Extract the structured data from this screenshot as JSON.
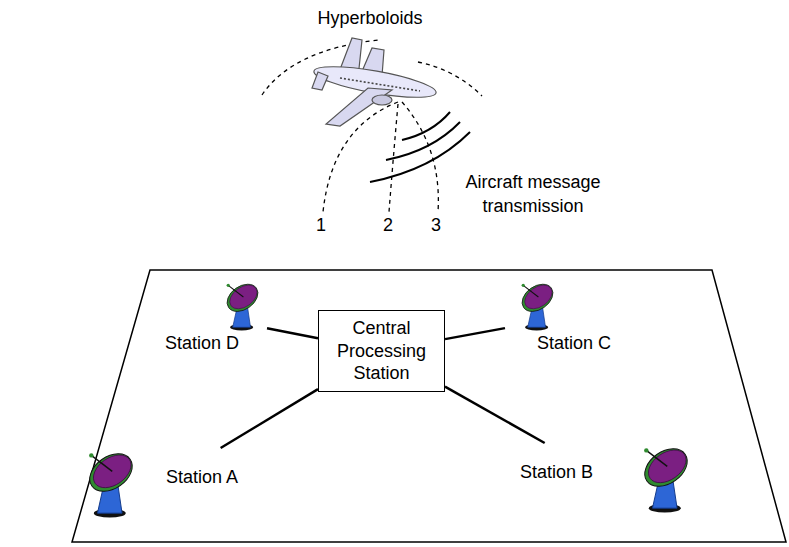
{
  "diagram": {
    "nodes": [
      {
        "text": [
          "Station D"
        ]
      },
      {
        "text": [
          "Central Processing Station"
        ]
      },
      {
        "text": [
          "Station C"
        ]
      },
      {
        "text": [
          "Station A"
        ]
      },
      {
        "text": [
          "Station B"
        ]
      }
    ],
    "edges": [
      {
        "from": 1,
        "to": 0,
        "arrow": "none"
      },
      {
        "from": 1,
        "to": 2,
        "arrow": "none"
      },
      {
        "from": 1,
        "to": 3,
        "arrow": "none"
      },
      {
        "from": 1,
        "to": 4,
        "arrow": "none"
      }
    ],
    "labels": [
      "Hyperboloids",
      "Aircraft message transmission",
      "1",
      "2",
      "3"
    ]
  }
}
